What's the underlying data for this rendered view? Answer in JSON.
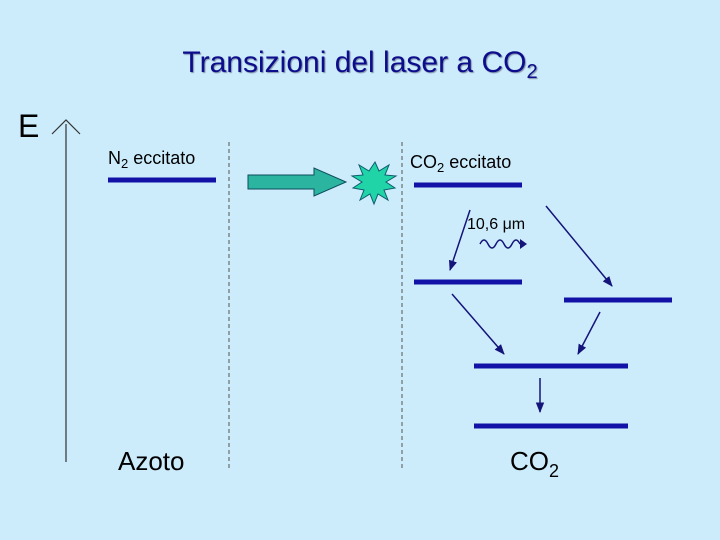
{
  "title": {
    "text": "Transizioni del laser a CO",
    "subscript": "2"
  },
  "energy_axis_label": "E",
  "nitrogen": {
    "level_label": "N",
    "level_label_sub": "2",
    "level_label_suffix": " eccitato",
    "column_label": "Azoto"
  },
  "co2": {
    "level_label": "CO",
    "level_label_sub": "2",
    "level_label_suffix": " eccitato",
    "emission_label": "10,6 μm",
    "column_label": "CO",
    "column_label_sub": "2"
  },
  "colors": {
    "background": "#ccecfc",
    "title": "#0d0d8c",
    "level_line": "#1212a6",
    "transfer_arrow": "#2bb5a0",
    "collision_burst": "#20d4a8",
    "transition_arrow": "#14147a"
  }
}
